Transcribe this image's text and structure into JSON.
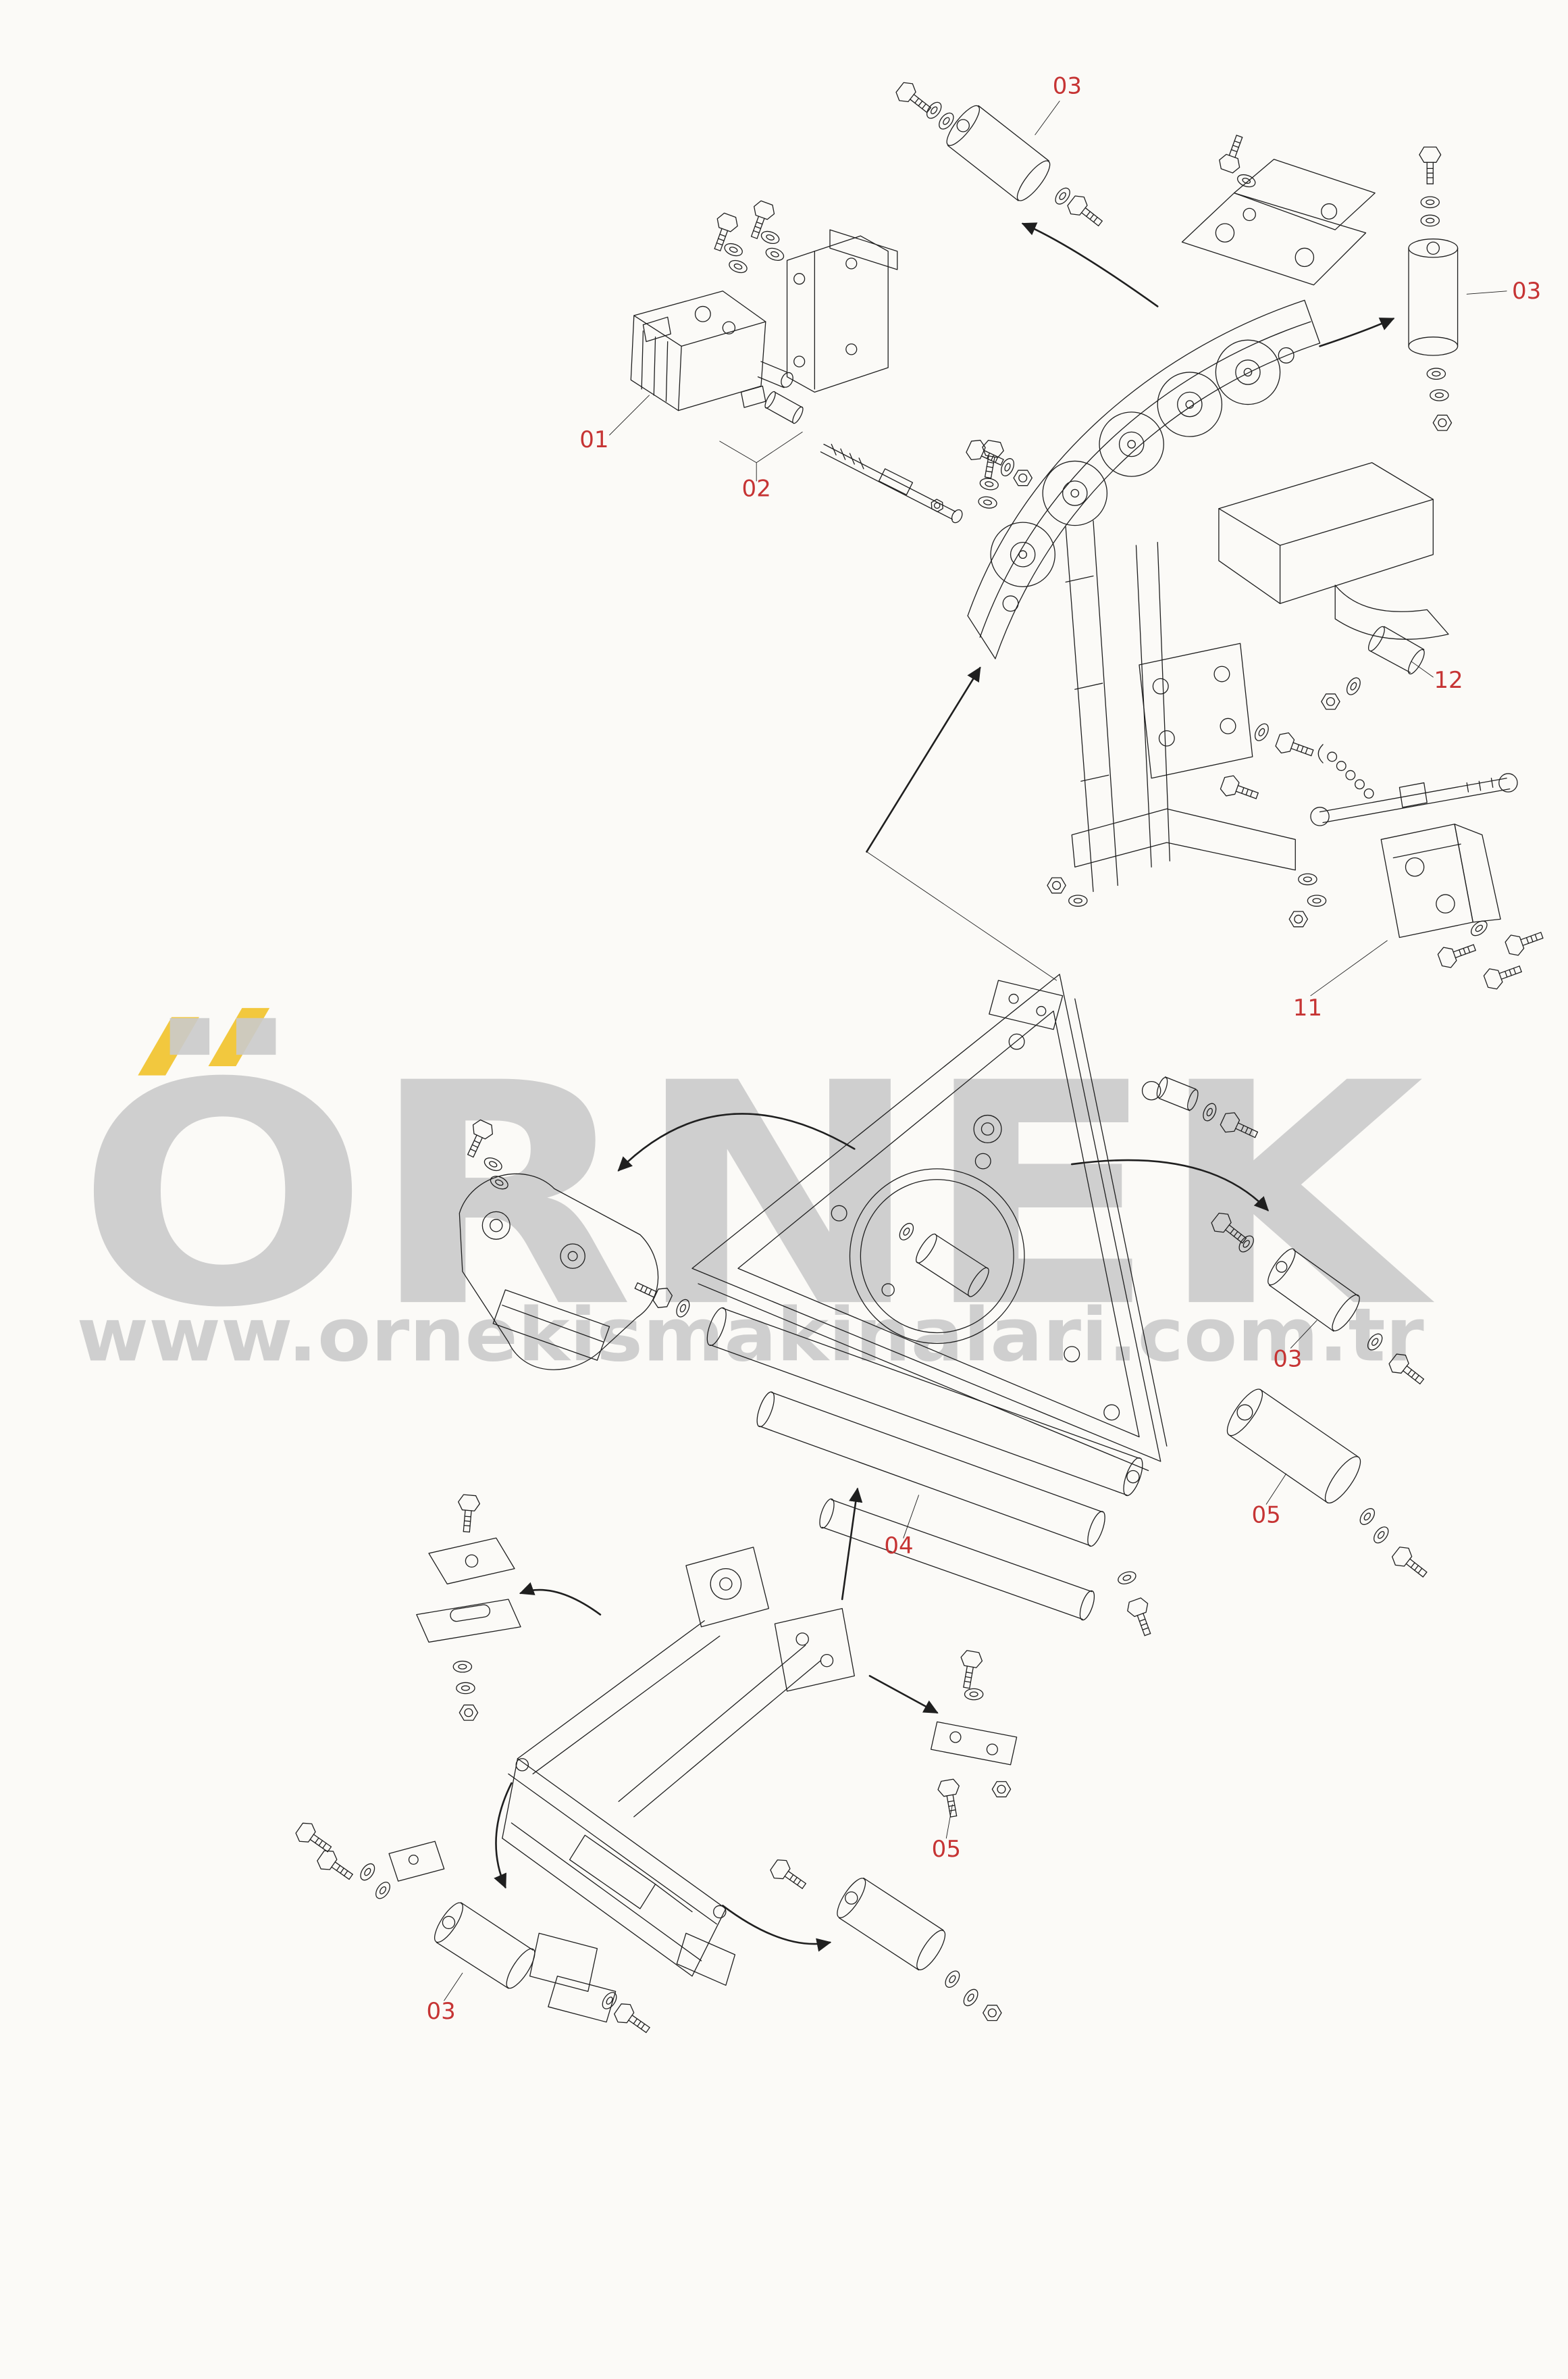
{
  "theme": {
    "bg": "#fbfaf7",
    "ink": "#1f1f1f",
    "label": "#c63434",
    "wm": "#cbcbcb",
    "accent": "#f2c83e"
  },
  "watermark": {
    "brand": "ÖRNEK",
    "url": "www.ornekismakinalari.com.tr"
  },
  "diagram": {
    "labels": [
      {
        "id": "callout-03-top",
        "text": "03"
      },
      {
        "id": "callout-03-right",
        "text": "03"
      },
      {
        "id": "callout-01",
        "text": "01"
      },
      {
        "id": "callout-02",
        "text": "02"
      },
      {
        "id": "callout-12",
        "text": "12"
      },
      {
        "id": "callout-11",
        "text": "11"
      },
      {
        "id": "callout-04",
        "text": "04"
      },
      {
        "id": "callout-03-mid",
        "text": "03"
      },
      {
        "id": "callout-05-roller",
        "text": "05"
      },
      {
        "id": "callout-05-lower",
        "text": "05"
      },
      {
        "id": "callout-03-bottom",
        "text": "03"
      }
    ]
  }
}
